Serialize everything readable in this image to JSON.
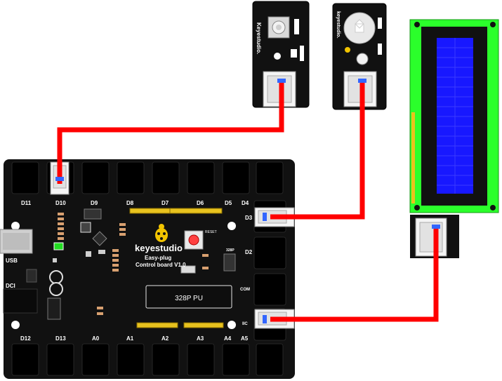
{
  "board": {
    "brand": "keyestudio",
    "model": "Easy-plug",
    "subtitle": "Control board V1.0",
    "chip": "328P  PU",
    "usb_label": "USB",
    "dc_label": "DCI",
    "reset_label": "RESET",
    "icsp_label": "328P",
    "top_ports": [
      "D11",
      "D10",
      "D9",
      "D8",
      "D7",
      "D6",
      "D5",
      "D4"
    ],
    "bottom_ports": [
      "D12",
      "D13",
      "A0",
      "A1",
      "A2",
      "A3",
      "A4",
      "A5"
    ],
    "right_ports": [
      "D3",
      "D2",
      "COM",
      "IIC"
    ]
  },
  "modules": {
    "button_brand": "Keyestudio.",
    "pir_brand": "keyestudio."
  },
  "colors": {
    "board": "#111111",
    "silkscreen": "#ffffff",
    "pin_header": "#e8c21e",
    "wire": "#ff0000",
    "lcd_frame": "#2bff2b",
    "lcd_screen": "#1818ff",
    "led_green": "#22dd22",
    "reset_button": "#ff4040"
  }
}
